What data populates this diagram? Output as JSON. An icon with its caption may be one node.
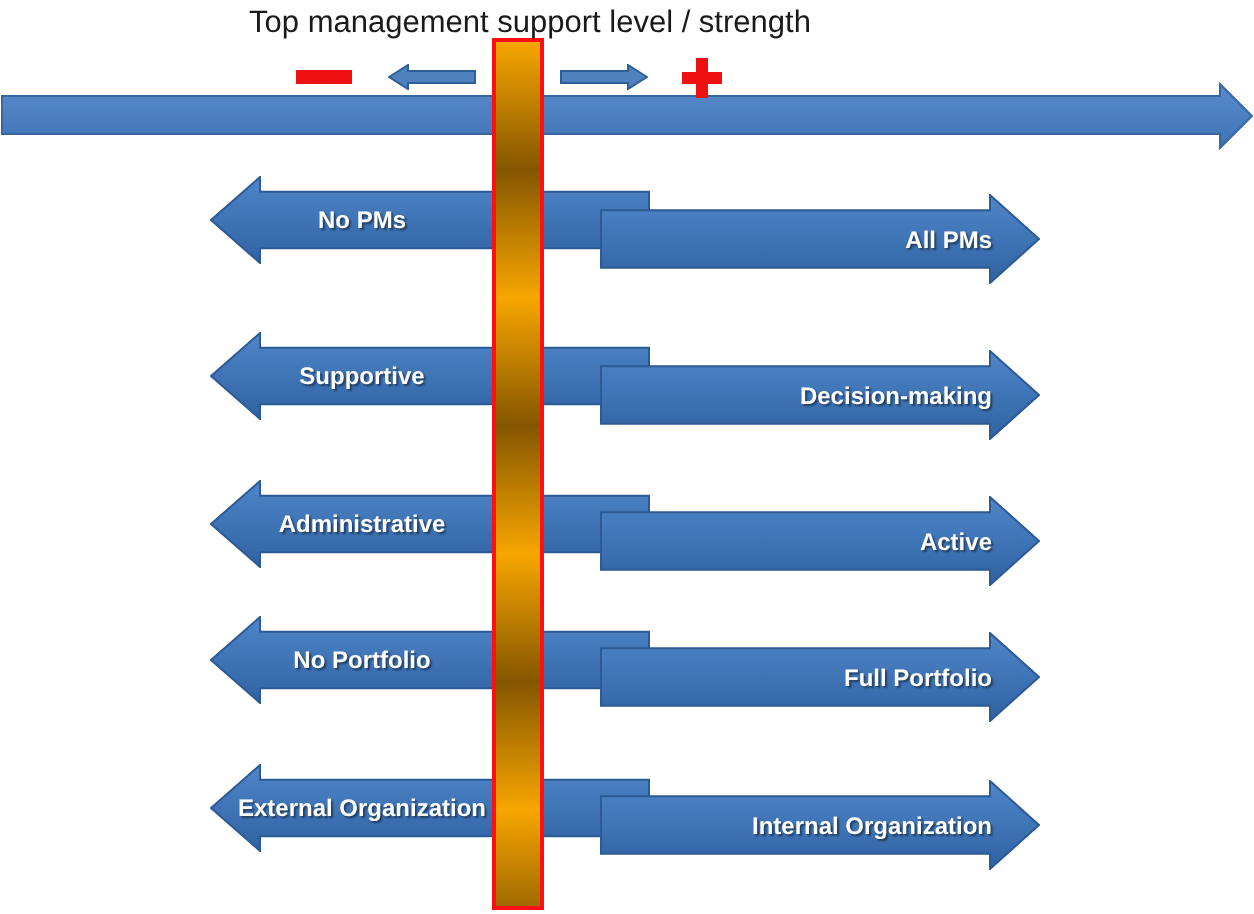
{
  "diagram": {
    "title": "Top management support level / strength",
    "nodes": [
      {
        "text": [],
        "shape": "bar"
      },
      {
        "text": [
          "No PMs"
        ]
      },
      {
        "text": [
          "All PMs"
        ]
      },
      {
        "text": [
          "Supportive"
        ]
      },
      {
        "text": [
          "Decision-making"
        ]
      },
      {
        "text": [
          "Administrative"
        ]
      },
      {
        "text": [
          "Active"
        ]
      },
      {
        "text": [
          "No Portfolio"
        ]
      },
      {
        "text": [
          "Full Portfolio"
        ]
      },
      {
        "text": [
          "External Organization"
        ]
      },
      {
        "text": [
          "Internal Organization"
        ]
      }
    ]
  }
}
